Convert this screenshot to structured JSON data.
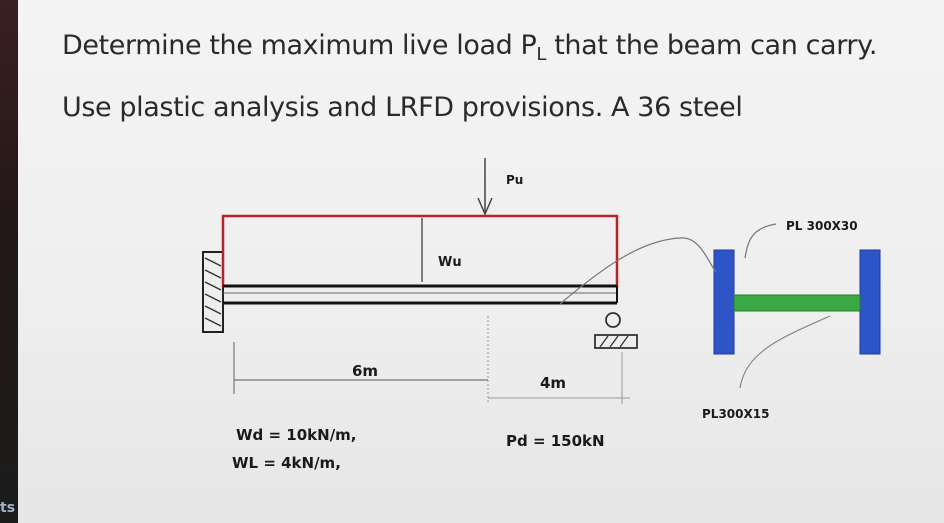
{
  "question": {
    "line1_prefix": "Determine the maximum live load P",
    "line1_subscript": "L",
    "line1_suffix": " that the beam can carry.",
    "line2": "Use plastic analysis and LRFD provisions. A 36 steel"
  },
  "diagram": {
    "point_load_label": "Pu",
    "distributed_load_label": "Wu",
    "span_left_label": "6m",
    "span_right_label": "4m",
    "dead_load_distributed": "Wd = 10kN/m,",
    "live_load_distributed": "WL = 4kN/m,",
    "dead_load_point": "Pd = 150kN",
    "flange_plate_label": "PL 300X30",
    "web_plate_label": "PL300X15",
    "colors": {
      "load_area": "#b8232b",
      "flange": "#2e55c8",
      "web": "#3aa845",
      "beam": "#111111"
    }
  },
  "corner_tag": "ts"
}
